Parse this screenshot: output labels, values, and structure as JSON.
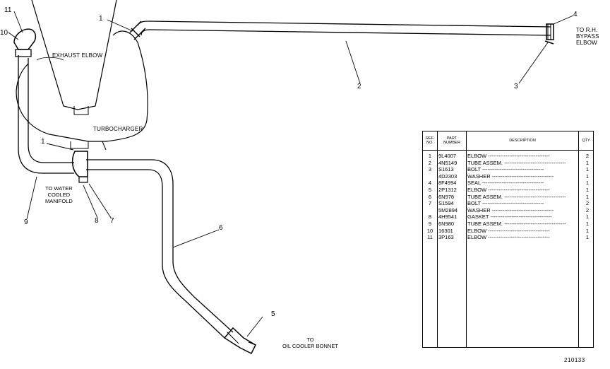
{
  "labels": {
    "exhaust_elbow": "EXHAUST ELBOW",
    "turbocharger": "TURBOCHARGER",
    "to_rh_bypass": "TO R.H.\nBYPASS\nELBOW",
    "to_water_manifold": "TO WATER\nCOOLED\nMANIFOLD",
    "to_oil_cooler": "TO\nOIL COOLER BONNET"
  },
  "callouts": [
    "1",
    "2",
    "3",
    "4",
    "5",
    "6",
    "7",
    "8",
    "9",
    "10",
    "11",
    "1"
  ],
  "table": {
    "headers": {
      "ref": "REF.\nNO.",
      "part": "PART\nNUMBER",
      "desc": "DESCRIPTION",
      "qty": "QTY"
    },
    "rows": [
      {
        "ref": "1",
        "part": "9L4007",
        "desc": "ELBOW",
        "qty": "2"
      },
      {
        "ref": "2",
        "part": "4N5149",
        "desc": "TUBE ASSEM.",
        "qty": "1"
      },
      {
        "ref": "3",
        "part": "S1613",
        "desc": "BOLT",
        "qty": "1"
      },
      {
        "ref": "",
        "part": "4D2303",
        "desc": "WASHER",
        "qty": "1"
      },
      {
        "ref": "4",
        "part": "8F4994",
        "desc": "SEAL",
        "qty": "1"
      },
      {
        "ref": "5",
        "part": "2P1312",
        "desc": "ELBOW",
        "qty": "1"
      },
      {
        "ref": "6",
        "part": "6N978",
        "desc": "TUBE ASSEM.",
        "qty": "1"
      },
      {
        "ref": "7",
        "part": "S1594",
        "desc": "BOLT",
        "qty": "2"
      },
      {
        "ref": "",
        "part": "5M2894",
        "desc": "WASHER",
        "qty": "2"
      },
      {
        "ref": "8",
        "part": "4H9541",
        "desc": "GASKET",
        "qty": "1"
      },
      {
        "ref": "9",
        "part": "6N980",
        "desc": "TUBE ASSEM.",
        "qty": "1"
      },
      {
        "ref": "10",
        "part": "16301",
        "desc": "ELBOW",
        "qty": "1"
      },
      {
        "ref": "11",
        "part": "3P163",
        "desc": "ELBOW",
        "qty": "1"
      }
    ]
  },
  "drawing_number": "210133"
}
